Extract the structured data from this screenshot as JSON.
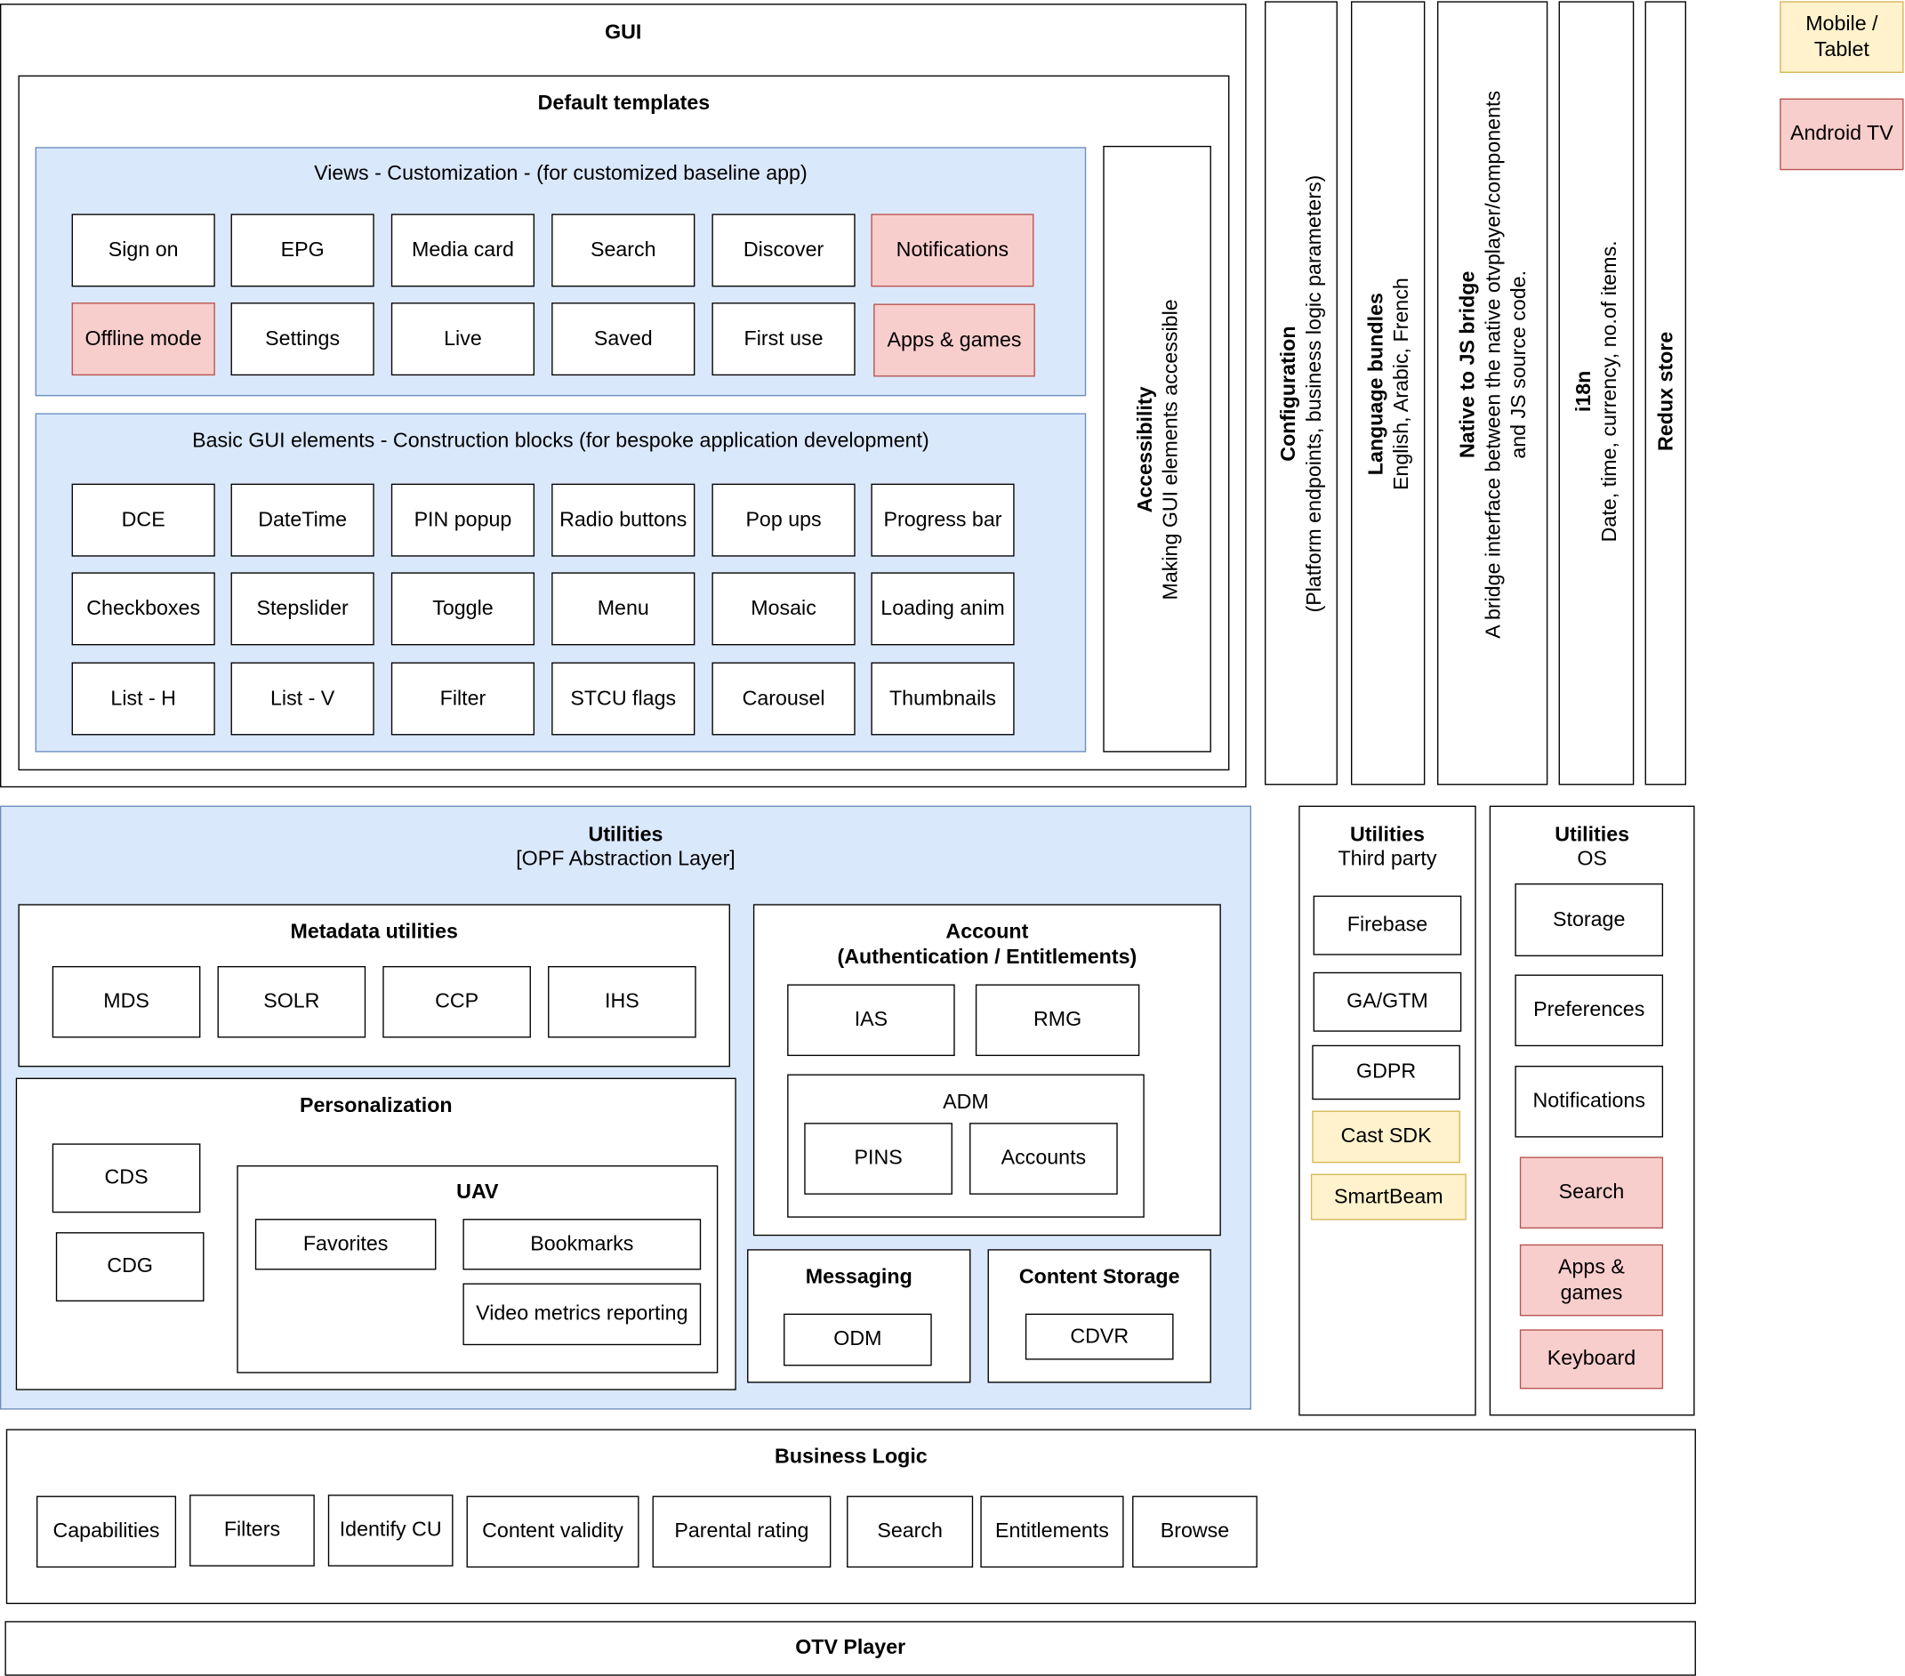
{
  "gui": {
    "title": "GUI",
    "default_templates": {
      "title": "Default templates",
      "views": {
        "title": "Views - Customization - (for customized baseline app)",
        "items": [
          "Sign on",
          "EPG",
          "Media card",
          "Search",
          "Discover",
          "Notifications",
          "Offline mode",
          "Settings",
          "Live",
          "Saved",
          "First use",
          "Apps & games"
        ]
      },
      "basic": {
        "title": "Basic GUI elements - Construction blocks (for bespoke application development)",
        "items": [
          "DCE",
          "DateTime",
          "PIN popup",
          "Radio buttons",
          "Pop ups",
          "Progress bar",
          "Checkboxes",
          "Stepslider",
          "Toggle",
          "Menu",
          "Mosaic",
          "Loading anim",
          "List - H",
          "List - V",
          "Filter",
          "STCU flags",
          "Carousel",
          "Thumbnails"
        ]
      },
      "accessibility": {
        "title": "Accessibility",
        "desc": "Making GUI elements accessible"
      }
    }
  },
  "side": {
    "configuration": {
      "title": "Configuration",
      "desc": "(Platform endpoints, business logic parameters)"
    },
    "language": {
      "title": "Language bundles",
      "desc": "English, Arabic, French"
    },
    "bridge": {
      "title": "Native to JS bridge",
      "desc1": "A bridge interface between the native otvplayer/components",
      "desc2": "and JS source code."
    },
    "i18n": {
      "title": "i18n",
      "desc": "Date, time, currency, no.of items."
    },
    "redux": {
      "title": "Redux store"
    }
  },
  "legend": {
    "mobile": "Mobile / Tablet",
    "android": "Android TV"
  },
  "utilities": {
    "title": "Utilities",
    "subtitle": "[OPF Abstraction Layer]",
    "metadata": {
      "title": "Metadata utilities",
      "items": [
        "MDS",
        "SOLR",
        "CCP",
        "IHS"
      ]
    },
    "account": {
      "title1": "Account",
      "title2": "(Authentication / Entitlements)",
      "items": [
        "IAS",
        "RMG"
      ],
      "adm": {
        "title": "ADM",
        "items": [
          "PINS",
          "Accounts"
        ]
      }
    },
    "personalization": {
      "title": "Personalization",
      "items": [
        "CDS",
        "CDG"
      ],
      "uav": {
        "title": "UAV",
        "items": [
          "Favorites",
          "Bookmarks",
          "Video metrics reporting"
        ]
      }
    },
    "messaging": {
      "title": "Messaging",
      "items": [
        "ODM"
      ]
    },
    "content_storage": {
      "title": "Content Storage",
      "items": [
        "CDVR"
      ]
    }
  },
  "third_party": {
    "title": "Utilities",
    "subtitle": "Third party",
    "items": [
      "Firebase",
      "GA/GTM",
      "GDPR",
      "Cast SDK",
      "SmartBeam"
    ]
  },
  "os": {
    "title": "Utilities",
    "subtitle": "OS",
    "items": [
      "Storage",
      "Preferences",
      "Notifications",
      "Search",
      "Apps & games",
      "Keyboard"
    ]
  },
  "business": {
    "title": "Business Logic",
    "items": [
      "Capabilities",
      "Filters",
      "Identify CU",
      "Content validity",
      "Parental rating",
      "Search",
      "Entitlements",
      "Browse"
    ]
  },
  "player": {
    "title": "OTV Player"
  },
  "colors": {
    "blue_fill": "#dae8fc",
    "blue_stroke": "#6c8ebf",
    "red_fill": "#f8cecc",
    "red_stroke": "#b85450",
    "yellow_fill": "#fff2cc",
    "yellow_stroke": "#d6b656"
  }
}
